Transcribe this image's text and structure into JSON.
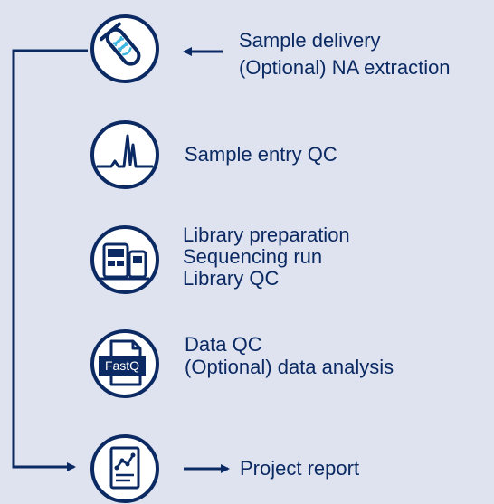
{
  "steps": [
    {
      "id": "delivery",
      "icon": "test-tube-dna-icon",
      "lines": [
        "Sample delivery",
        "(Optional) NA extraction"
      ]
    },
    {
      "id": "entry-qc",
      "icon": "chromatogram-peak-icon",
      "lines": [
        "Sample entry QC"
      ]
    },
    {
      "id": "library",
      "icon": "sequencer-instrument-icon",
      "lines": [
        "Library preparation",
        "Sequencing run",
        "Library QC"
      ]
    },
    {
      "id": "data-qc",
      "icon": "fastq-file-icon",
      "lines": [
        "Data QC",
        "(Optional) data analysis"
      ],
      "file_label": "FastQ"
    },
    {
      "id": "report",
      "icon": "report-chart-icon",
      "lines": [
        "Project report"
      ]
    }
  ],
  "colors": {
    "navy": "#0b2a63",
    "background": "#dfe3ef",
    "accent": "#3fb6e0"
  }
}
